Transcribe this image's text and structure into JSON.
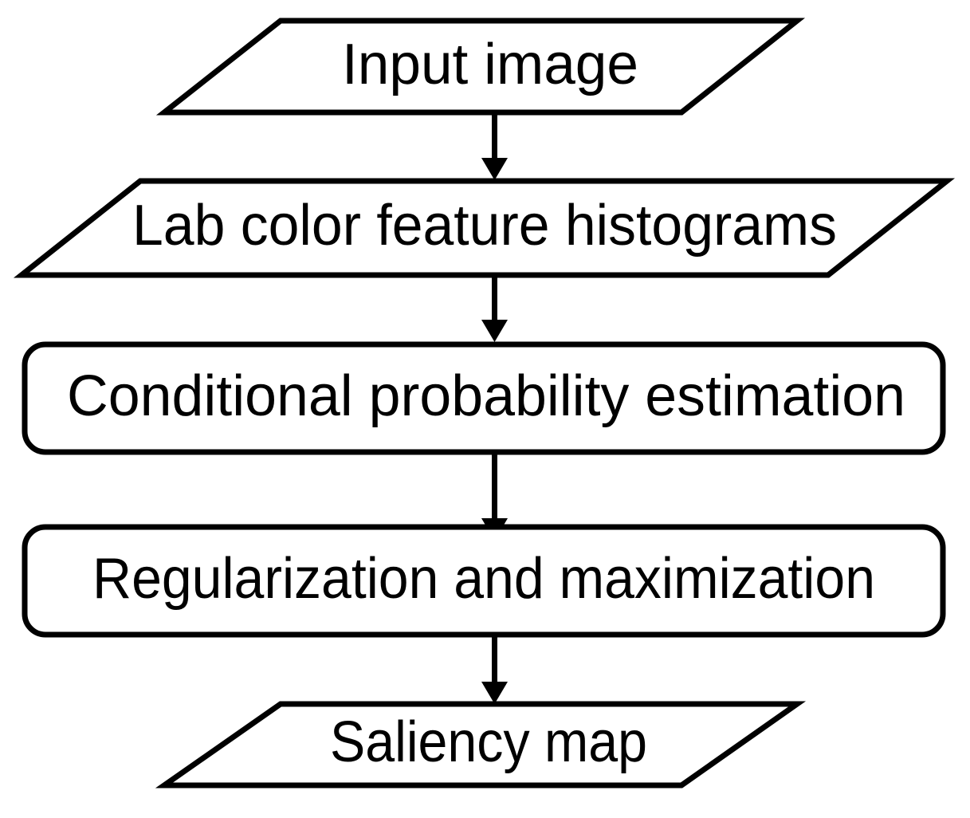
{
  "diagram": {
    "type": "flowchart",
    "title": "Saliency detection pipeline flowchart",
    "orientation": "top-to-bottom",
    "background_color": "#ffffff",
    "stroke_color": "#000000",
    "fill_color": "#ffffff",
    "nodes": [
      {
        "id": "input-image",
        "label": "Input image",
        "shape": "parallelogram",
        "role": "data",
        "order": 1
      },
      {
        "id": "lab-color-feature-histograms",
        "label": "Lab color feature histograms",
        "shape": "parallelogram",
        "role": "data",
        "order": 2
      },
      {
        "id": "conditional-probability-estimation",
        "label": "Conditional probability estimation",
        "shape": "rounded-rectangle",
        "role": "process",
        "order": 3
      },
      {
        "id": "regularization-and-maximization",
        "label": "Regularization and maximization",
        "shape": "rounded-rectangle",
        "role": "process",
        "order": 4
      },
      {
        "id": "saliency-map",
        "label": "Saliency map",
        "shape": "parallelogram",
        "role": "data",
        "order": 5
      }
    ],
    "edges": [
      {
        "id": "edge-1",
        "from": "input-image",
        "to": "lab-color-feature-histograms",
        "style": "solid-arrow",
        "label": ""
      },
      {
        "id": "edge-2",
        "from": "lab-color-feature-histograms",
        "to": "conditional-probability-estimation",
        "style": "solid-arrow",
        "label": ""
      },
      {
        "id": "edge-3",
        "from": "conditional-probability-estimation",
        "to": "regularization-and-maximization",
        "style": "solid-arrow",
        "label": ""
      },
      {
        "id": "edge-4",
        "from": "regularization-and-maximization",
        "to": "saliency-map",
        "style": "solid-arrow",
        "label": ""
      }
    ]
  }
}
